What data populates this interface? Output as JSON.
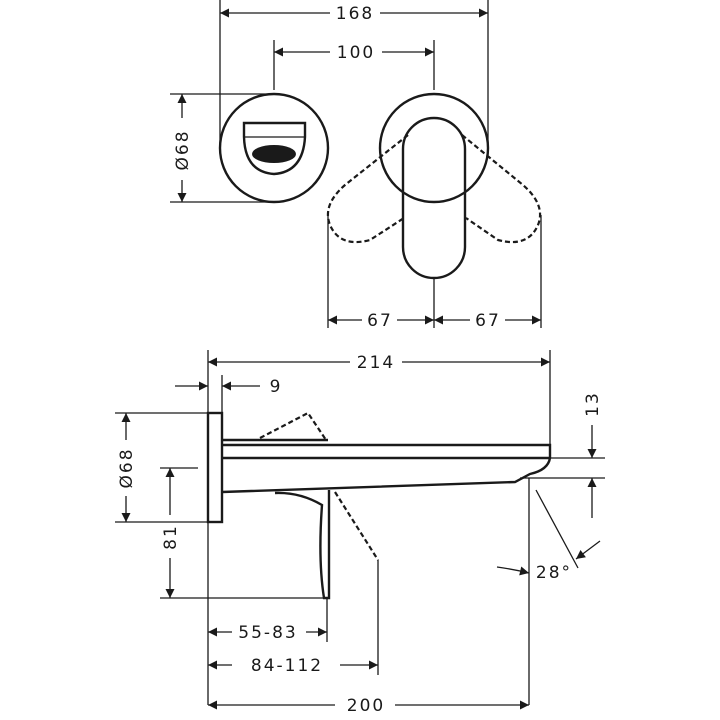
{
  "front_view": {
    "dim_overall_width": "168",
    "dim_center_distance": "100",
    "dim_rosette_diameter": "Ø68",
    "dim_lever_left": "67",
    "dim_lever_right": "67"
  },
  "side_view": {
    "dim_spout_length": "214",
    "dim_plate_thickness": "9",
    "dim_rosette_diameter": "Ø68",
    "dim_height": "81",
    "dim_outlet_height": "13",
    "dim_angle": "28°",
    "dim_lever_reach": "55-83",
    "dim_lever_reach_open": "84-112",
    "dim_outlet_projection": "200"
  },
  "colors": {
    "line": "#1a1a1a",
    "background": "#ffffff"
  }
}
